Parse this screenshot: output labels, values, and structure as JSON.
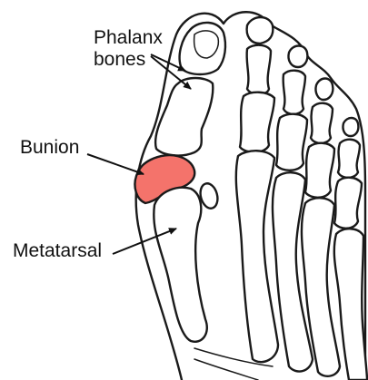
{
  "labels": {
    "phalanx_line1": "Phalanx",
    "phalanx_line2": "bones",
    "bunion": "Bunion",
    "metatarsal": "Metatarsal"
  },
  "colors": {
    "bunion": "#f4736b",
    "outline": "#1a1a1a",
    "background": "#ffffff"
  }
}
